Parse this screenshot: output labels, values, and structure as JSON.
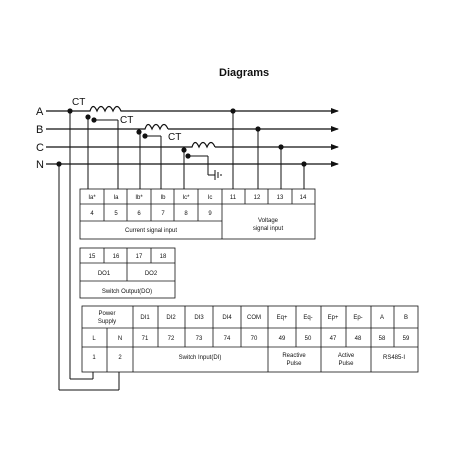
{
  "title": "Diagrams",
  "phases": [
    "A",
    "B",
    "C",
    "N"
  ],
  "ct_labels": [
    "CT",
    "CT",
    "CT"
  ],
  "current_terminals": {
    "names": [
      "Ia*",
      "Ia",
      "Ib*",
      "Ib",
      "Ic*",
      "Ic"
    ],
    "numbers": [
      "4",
      "5",
      "6",
      "7",
      "8",
      "9"
    ],
    "caption": "Current signal input"
  },
  "voltage_terminals": {
    "numbers": [
      "11",
      "12",
      "13",
      "14"
    ],
    "caption_line1": "Voltage",
    "caption_line2": "signal input"
  },
  "switch_output": {
    "numbers": [
      "15",
      "16",
      "17",
      "18"
    ],
    "groups": [
      "DO1",
      "DO2"
    ],
    "caption": "Switch Output(DO)"
  },
  "bottom_block": {
    "power_supply_line1": "Power",
    "power_supply_line2": "Supply",
    "power_labels": [
      "L",
      "N"
    ],
    "power_numbers": [
      "1",
      "2"
    ],
    "signals": [
      "DI1",
      "DI2",
      "DI3",
      "DI4",
      "COM",
      "Eq+",
      "Eq-",
      "Ep+",
      "Ep-",
      "A",
      "B"
    ],
    "signal_numbers": [
      "71",
      "72",
      "73",
      "74",
      "70",
      "49",
      "50",
      "47",
      "48",
      "58",
      "59"
    ],
    "switch_input_caption": "Switch Input(DI)",
    "reactive_line1": "Reactive",
    "reactive_line2": "Pulse",
    "active_line1": "Active",
    "active_line2": "Pulse",
    "rs485": "RS485-I"
  }
}
